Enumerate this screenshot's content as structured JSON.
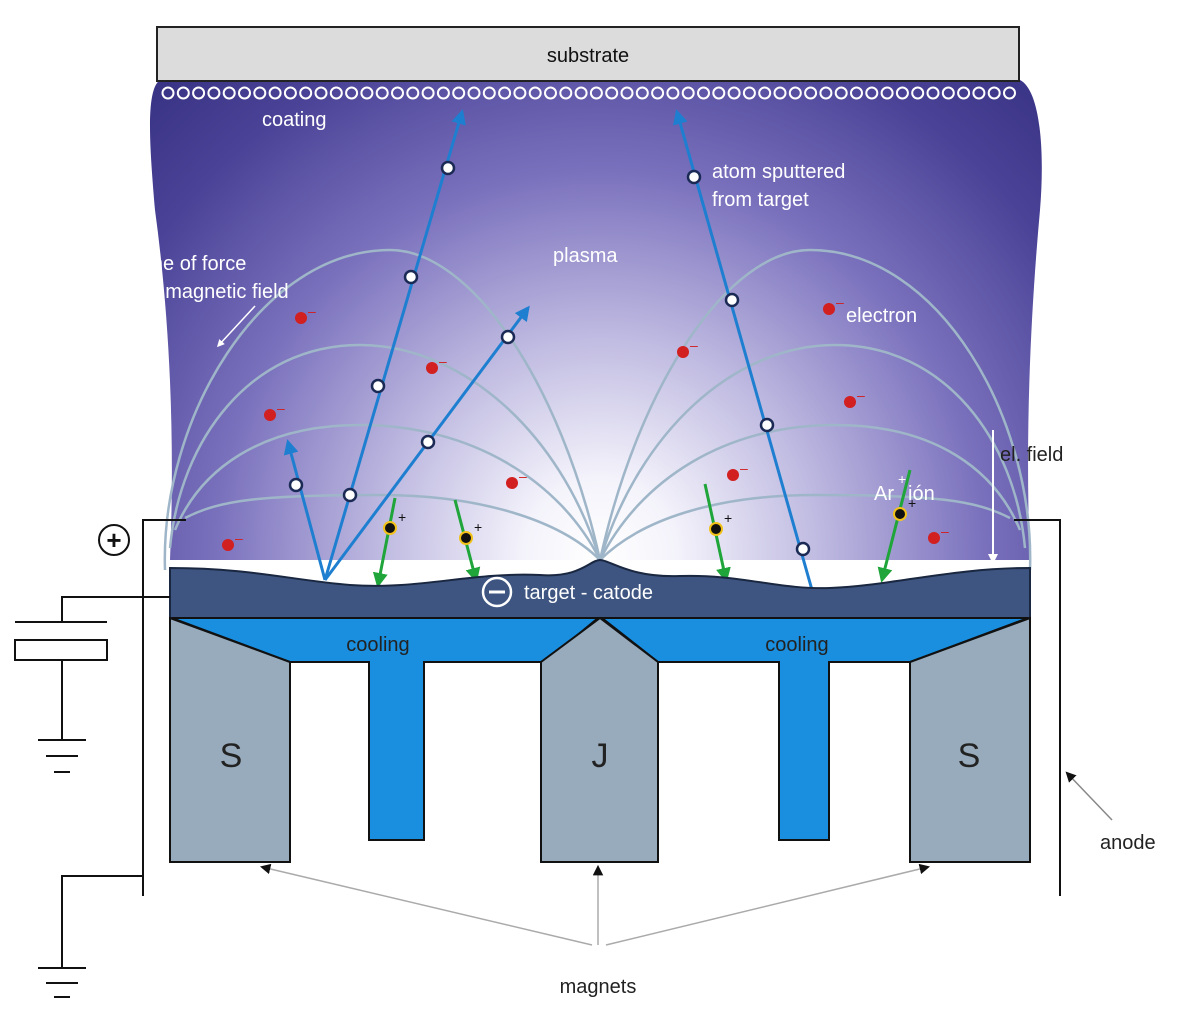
{
  "labels": {
    "substrate": "substrate",
    "coating": "coating",
    "atom_sputtered_line1": "atom sputtered",
    "atom_sputtered_line2": "from target",
    "plasma": "plasma",
    "line_of_force_line1": "line of force",
    "line_of_force_line2": "of magnetic field",
    "electron": "electron",
    "el_field": "el. field",
    "ar_ion_prefix": "Ar",
    "ar_ion_suffix": "ión",
    "target_catode": "target - catode",
    "cooling_left": "cooling",
    "cooling_right": "cooling",
    "magnet_left": "S",
    "magnet_center": "J",
    "magnet_right": "S",
    "anode": "anode",
    "magnets": "magnets",
    "plus_terminal": "+",
    "minus_terminal": "−",
    "ion_charge": "+",
    "electron_charge": "–"
  },
  "colors": {
    "plasma_dark": "#3a3486",
    "plasma_light": "#ffffff",
    "substrate_fill": "#dcdcdc",
    "target_fill": "#3d5580",
    "cooling_fill": "#1a8fdf",
    "magnet_fill": "#98abbc",
    "atom_path": "#1e7fd0",
    "ion_path": "#1fa53a",
    "electron": "#d21f1f",
    "field_line": "#9fb6c9"
  }
}
